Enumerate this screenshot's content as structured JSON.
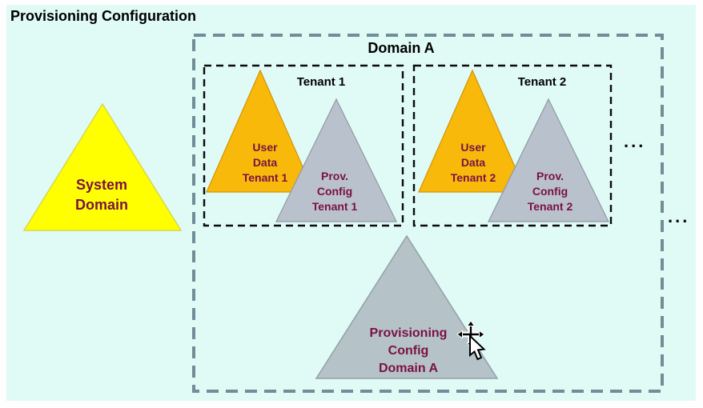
{
  "title": "Provisioning Configuration",
  "colors": {
    "panel_bg": "#e0faf5",
    "domain_border": "#6f8e97",
    "tenant_border": "#0a0a0a",
    "system_yellow": "#ffff00",
    "user_data_orange": "#f9b90b",
    "prov_config_gray": "#b9c2cc",
    "domain_config_gray": "#b5c2c8",
    "triangle_text_maroon": "#7a1144"
  },
  "system_domain": {
    "lines": [
      "System",
      "Domain"
    ]
  },
  "domain_a": {
    "label": "Domain A",
    "tenants": [
      {
        "label": "Tenant 1",
        "user_data_lines": [
          "User",
          "Data",
          "Tenant 1"
        ],
        "prov_config_lines": [
          "Prov.",
          "Config",
          "Tenant 1"
        ]
      },
      {
        "label": "Tenant 2",
        "user_data_lines": [
          "User",
          "Data",
          "Tenant 2"
        ],
        "prov_config_lines": [
          "Prov.",
          "Config",
          "Tenant 2"
        ]
      }
    ],
    "provisioning_config": {
      "lines": [
        "Provisioning",
        "Config",
        "Domain A"
      ]
    },
    "more_tenants_ellipsis": "...",
    "more_domains_ellipsis": "..."
  },
  "icons": {
    "cursor": "move-pointer-cursor"
  }
}
